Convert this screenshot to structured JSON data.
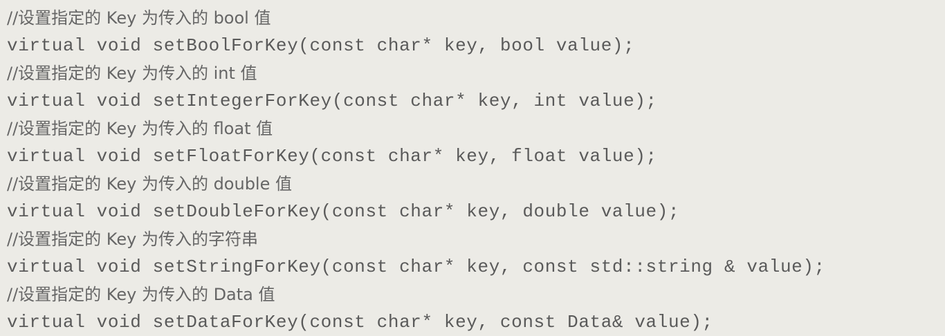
{
  "code_lines": [
    {
      "kind": "comment",
      "text": "//设置指定的 Key 为传入的 bool 值"
    },
    {
      "kind": "code",
      "text": "virtual void setBoolForKey(const char* key, bool value);"
    },
    {
      "kind": "comment",
      "text": "//设置指定的 Key 为传入的 int 值"
    },
    {
      "kind": "code",
      "text": "virtual void setIntegerForKey(const char* key, int value);"
    },
    {
      "kind": "comment",
      "text": "//设置指定的 Key 为传入的 float 值"
    },
    {
      "kind": "code",
      "text": "virtual void setFloatForKey(const char* key, float value);"
    },
    {
      "kind": "comment",
      "text": "//设置指定的 Key 为传入的 double 值"
    },
    {
      "kind": "code",
      "text": "virtual void setDoubleForKey(const char* key, double value);"
    },
    {
      "kind": "comment",
      "text": "//设置指定的 Key 为传入的字符串"
    },
    {
      "kind": "code",
      "text": "virtual void setStringForKey(const char* key, const std::string & value);"
    },
    {
      "kind": "comment",
      "text": "//设置指定的 Key 为传入的 Data 值"
    },
    {
      "kind": "code",
      "text": "virtual void setDataForKey(const char* key, const Data& value);"
    }
  ]
}
